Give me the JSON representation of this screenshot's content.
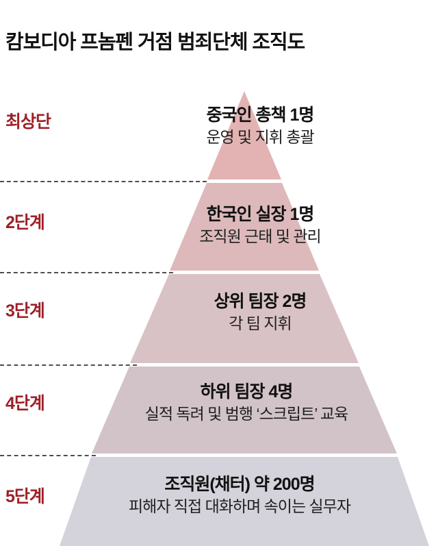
{
  "title": "캄보디아 프놈펜 거점 범죄단체 조직도",
  "colors": {
    "accent_red": "#9e2028",
    "tier1_fill": "#e3b3b3",
    "tier2_fill": "#ddb9bb",
    "tier3_fill": "#d9c2c5",
    "tier4_fill": "#d2c3c9",
    "tier5_fill": "#d4d2da",
    "divider_line": "#4d4d4d",
    "heading_text": "#111111"
  },
  "stage_labels": [
    {
      "id": "stage-1",
      "label": "최상단"
    },
    {
      "id": "stage-2",
      "label": "2단계"
    },
    {
      "id": "stage-3",
      "label": "3단계"
    },
    {
      "id": "stage-4",
      "label": "4단계"
    },
    {
      "id": "stage-5",
      "label": "5단계"
    }
  ],
  "tiers": [
    {
      "id": "tier-1",
      "stage": "최상단",
      "heading": "중국인 총책 1명",
      "subtext": "운영 및 지휘 총괄",
      "count": 1,
      "fill": "#e3b3b3"
    },
    {
      "id": "tier-2",
      "stage": "2단계",
      "heading": "한국인 실장 1명",
      "subtext": "조직원 근태 및 관리",
      "count": 1,
      "fill": "#ddb9bb"
    },
    {
      "id": "tier-3",
      "stage": "3단계",
      "heading": "상위 팀장 2명",
      "subtext": "각 팀 지휘",
      "count": 2,
      "fill": "#d9c2c5"
    },
    {
      "id": "tier-4",
      "stage": "4단계",
      "heading": "하위 팀장 4명",
      "subtext": "실적 독려 및 범행 ‘스크립트’ 교육",
      "count": 4,
      "fill": "#d2c3c9"
    },
    {
      "id": "tier-5",
      "stage": "5단계",
      "heading": "조직원(채터) 약 200명",
      "subtext": "피해자 직접 대화하며 속이는 실무자",
      "count": 200,
      "fill": "#d4d2da"
    }
  ],
  "chart_data": {
    "type": "pyramid",
    "title": "캄보디아 프놈펜 거점 범죄단체 조직도",
    "levels": [
      {
        "rank": 1,
        "stage": "최상단",
        "role": "중국인 총책",
        "headcount": 1,
        "duty": "운영 및 지휘 총괄"
      },
      {
        "rank": 2,
        "stage": "2단계",
        "role": "한국인 실장",
        "headcount": 1,
        "duty": "조직원 근태 및 관리"
      },
      {
        "rank": 3,
        "stage": "3단계",
        "role": "상위 팀장",
        "headcount": 2,
        "duty": "각 팀 지휘"
      },
      {
        "rank": 4,
        "stage": "4단계",
        "role": "하위 팀장",
        "headcount": 4,
        "duty": "실적 독려 및 범행 ‘스크립트’ 교육"
      },
      {
        "rank": 5,
        "stage": "5단계",
        "role": "조직원(채터)",
        "headcount": 200,
        "duty": "피해자 직접 대화하며 속이는 실무자"
      }
    ]
  }
}
